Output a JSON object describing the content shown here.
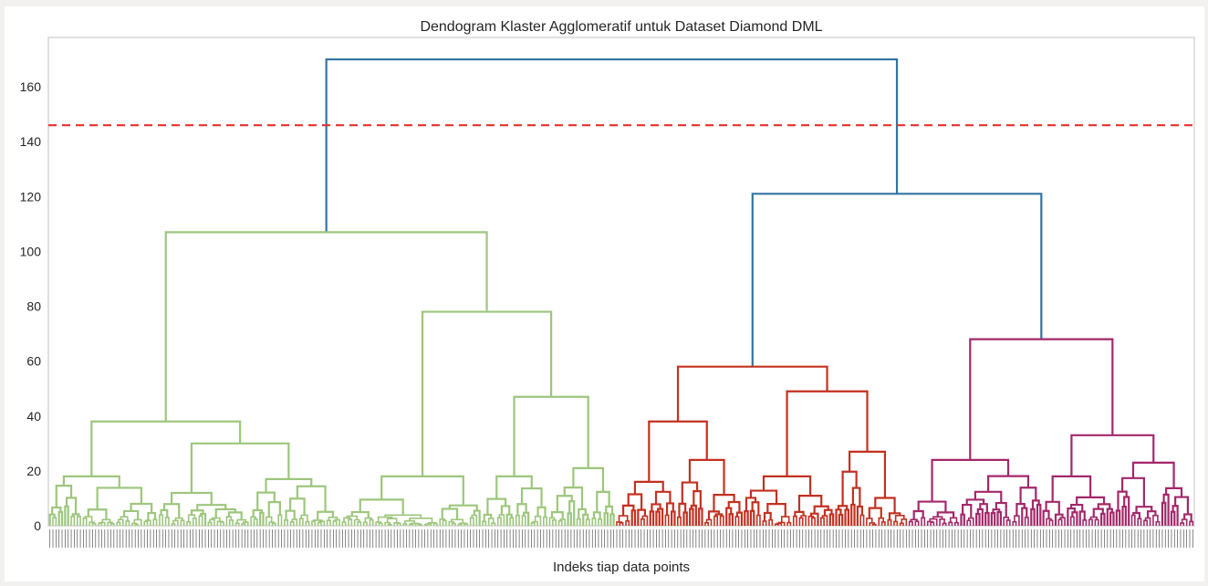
{
  "chart_data": {
    "type": "dendrogram",
    "title": "Dendogram Klaster Agglomeratif untuk Dataset Diamond DML",
    "xlabel": "Indeks tiap data points",
    "ylabel": "",
    "ylim": [
      0,
      178
    ],
    "yticks": [
      0,
      20,
      40,
      60,
      80,
      100,
      120,
      140,
      160
    ],
    "grid": false,
    "threshold": {
      "value": 146,
      "color": "#e8302c",
      "style": "dashed"
    },
    "colors": {
      "root": "#3274a1",
      "cluster_1": "#9dc67d",
      "cluster_2": "#c23121",
      "cluster_3": "#a3286a"
    },
    "tree": {
      "height": 170,
      "color": "root",
      "children": [
        {
          "height": 107,
          "color": "cluster_1",
          "children": [
            {
              "height": 38,
              "color": "cluster_1",
              "children": [
                {
                  "height": 18,
                  "color": "cluster_1",
                  "leaves": 36
                },
                {
                  "height": 30,
                  "color": "cluster_1",
                  "children": [
                    {
                      "height": 12,
                      "color": "cluster_1",
                      "leaves": 30
                    },
                    {
                      "height": 17,
                      "color": "cluster_1",
                      "leaves": 30
                    }
                  ]
                }
              ]
            },
            {
              "height": 78,
              "color": "cluster_1",
              "children": [
                {
                  "height": 18,
                  "color": "cluster_1",
                  "leaves": 46
                },
                {
                  "height": 47,
                  "color": "cluster_1",
                  "children": [
                    {
                      "height": 18,
                      "color": "cluster_1",
                      "leaves": 22
                    },
                    {
                      "height": 21,
                      "color": "cluster_1",
                      "leaves": 22
                    }
                  ]
                }
              ]
            }
          ]
        },
        {
          "height": 121,
          "color": "root",
          "children": [
            {
              "height": 58,
              "color": "cluster_2",
              "children": [
                {
                  "height": 38,
                  "color": "cluster_2",
                  "children": [
                    {
                      "height": 16,
                      "color": "cluster_2",
                      "leaves": 20
                    },
                    {
                      "height": 24,
                      "color": "cluster_2",
                      "leaves": 22
                    }
                  ]
                },
                {
                  "height": 49,
                  "color": "cluster_2",
                  "children": [
                    {
                      "height": 18,
                      "color": "cluster_2",
                      "leaves": 30
                    },
                    {
                      "height": 27,
                      "color": "cluster_2",
                      "leaves": 24
                    }
                  ]
                }
              ]
            },
            {
              "height": 68,
              "color": "cluster_3",
              "children": [
                {
                  "height": 24,
                  "color": "cluster_3",
                  "leaves": 44
                },
                {
                  "height": 33,
                  "color": "cluster_3",
                  "children": [
                    {
                      "height": 18,
                      "color": "cluster_3",
                      "leaves": 24
                    },
                    {
                      "height": 23,
                      "color": "cluster_3",
                      "leaves": 26
                    }
                  ]
                }
              ]
            }
          ]
        }
      ]
    }
  }
}
